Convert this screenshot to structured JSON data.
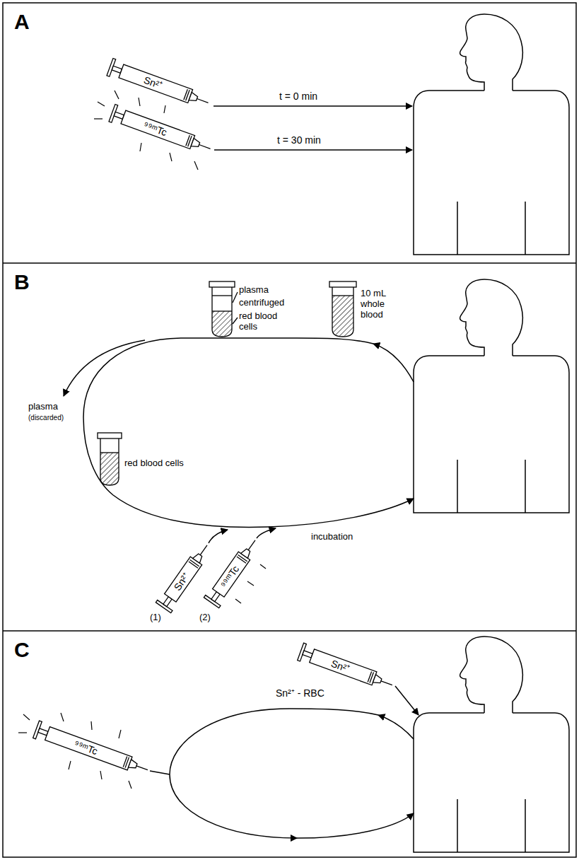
{
  "diagram": {
    "nodes": [
      {
        "text": [
          "Sn²⁺"
        ]
      },
      {
        "text": [
          "⁹⁹ᵐTc"
        ]
      },
      {
        "text": [
          "Sn²⁺"
        ]
      },
      {
        "text": [
          "⁹⁹ᵐTc"
        ]
      },
      {
        "text": [
          "Sn²⁺"
        ]
      },
      {
        "text": [
          "⁹⁹ᵐTc"
        ]
      }
    ],
    "labels": [
      "A",
      "t = 0 min",
      "t = 30 min",
      "B",
      "plasma",
      "centrifuged",
      "red blood cells",
      "10 mL whole blood",
      "plasma",
      "(discarded)",
      "red blood cells",
      "(1)",
      "(2)",
      "incubation",
      "C",
      "Sn²⁺ - RBC"
    ]
  }
}
